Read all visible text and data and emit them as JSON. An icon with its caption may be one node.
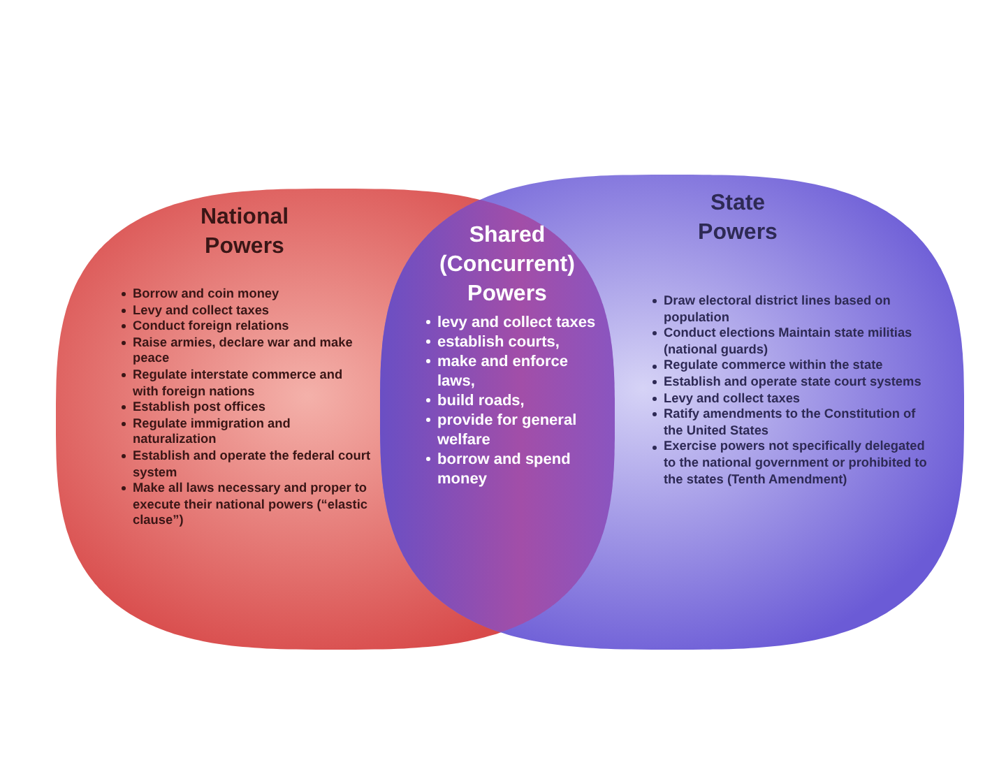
{
  "diagram": {
    "nodes": [
      {
        "text": [
          "National Powers",
          "Borrow and coin money",
          "Levy and collect taxes",
          "Conduct foreign relations",
          "Raise armies, declare war and make peace",
          "Regulate interstate commerce and with foreign nations",
          "Establish post offices",
          "Regulate immigration and naturalization",
          "Establish and operate the federal court system",
          "Make all laws necessary and proper to execute their national powers (“elastic clause”)"
        ]
      },
      {
        "text": [
          "Shared (Concurrent) Powers",
          "levy and collect taxes",
          "establish courts,",
          "make and enforce laws,",
          "build roads,",
          "provide for general welfare",
          "borrow and spend money"
        ]
      },
      {
        "text": [
          "State Powers",
          "Draw electoral district lines based on population",
          "Conduct elections Maintain state militias (national guards)",
          "Regulate commerce within the state",
          "Establish and operate state court systems",
          "Levy and collect taxes",
          "Ratify amendments to the Constitution of the United States",
          "Exercise powers not specifically delegated to the national government or prohibited to the states (Tenth Amendment)"
        ]
      }
    ]
  }
}
